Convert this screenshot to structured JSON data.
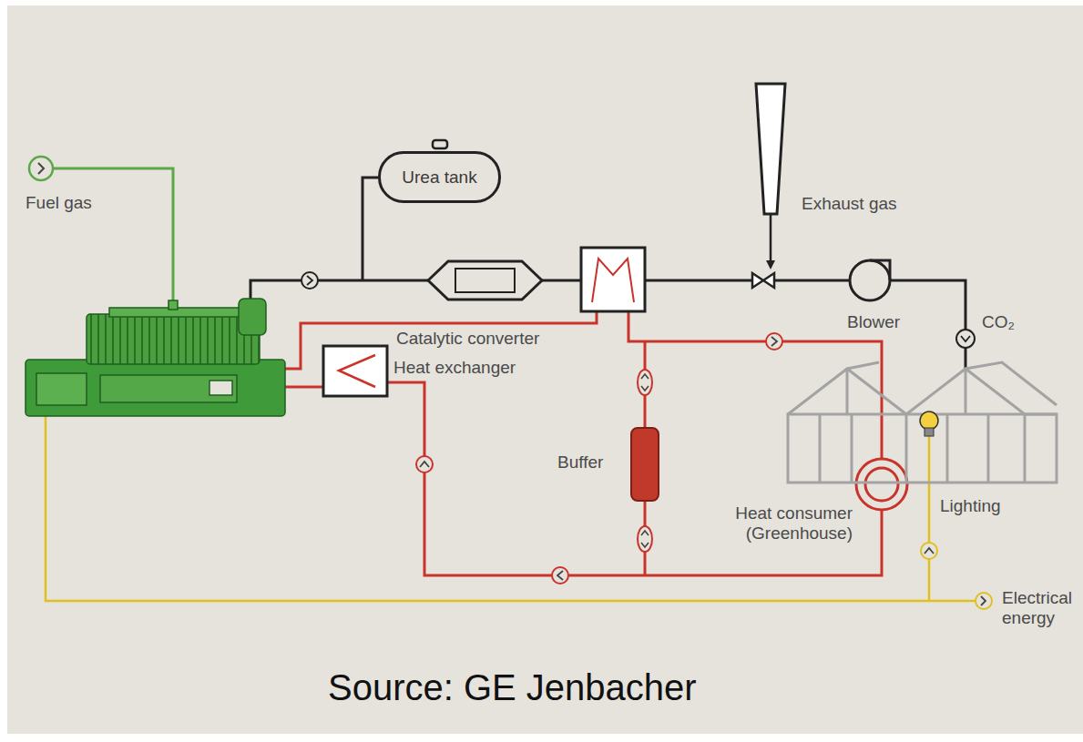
{
  "diagram": {
    "caption": "Source: GE Jenbacher",
    "nodes": [
      {
        "text": [
          "Urea tank"
        ]
      }
    ],
    "labels": [
      "Fuel gas",
      "Catalytic converter",
      "Heat exchanger",
      "Exhaust gas",
      "Blower",
      "CO₂",
      "Buffer",
      "Heat consumer (Greenhouse)",
      "Lighting",
      "Electrical energy"
    ]
  }
}
